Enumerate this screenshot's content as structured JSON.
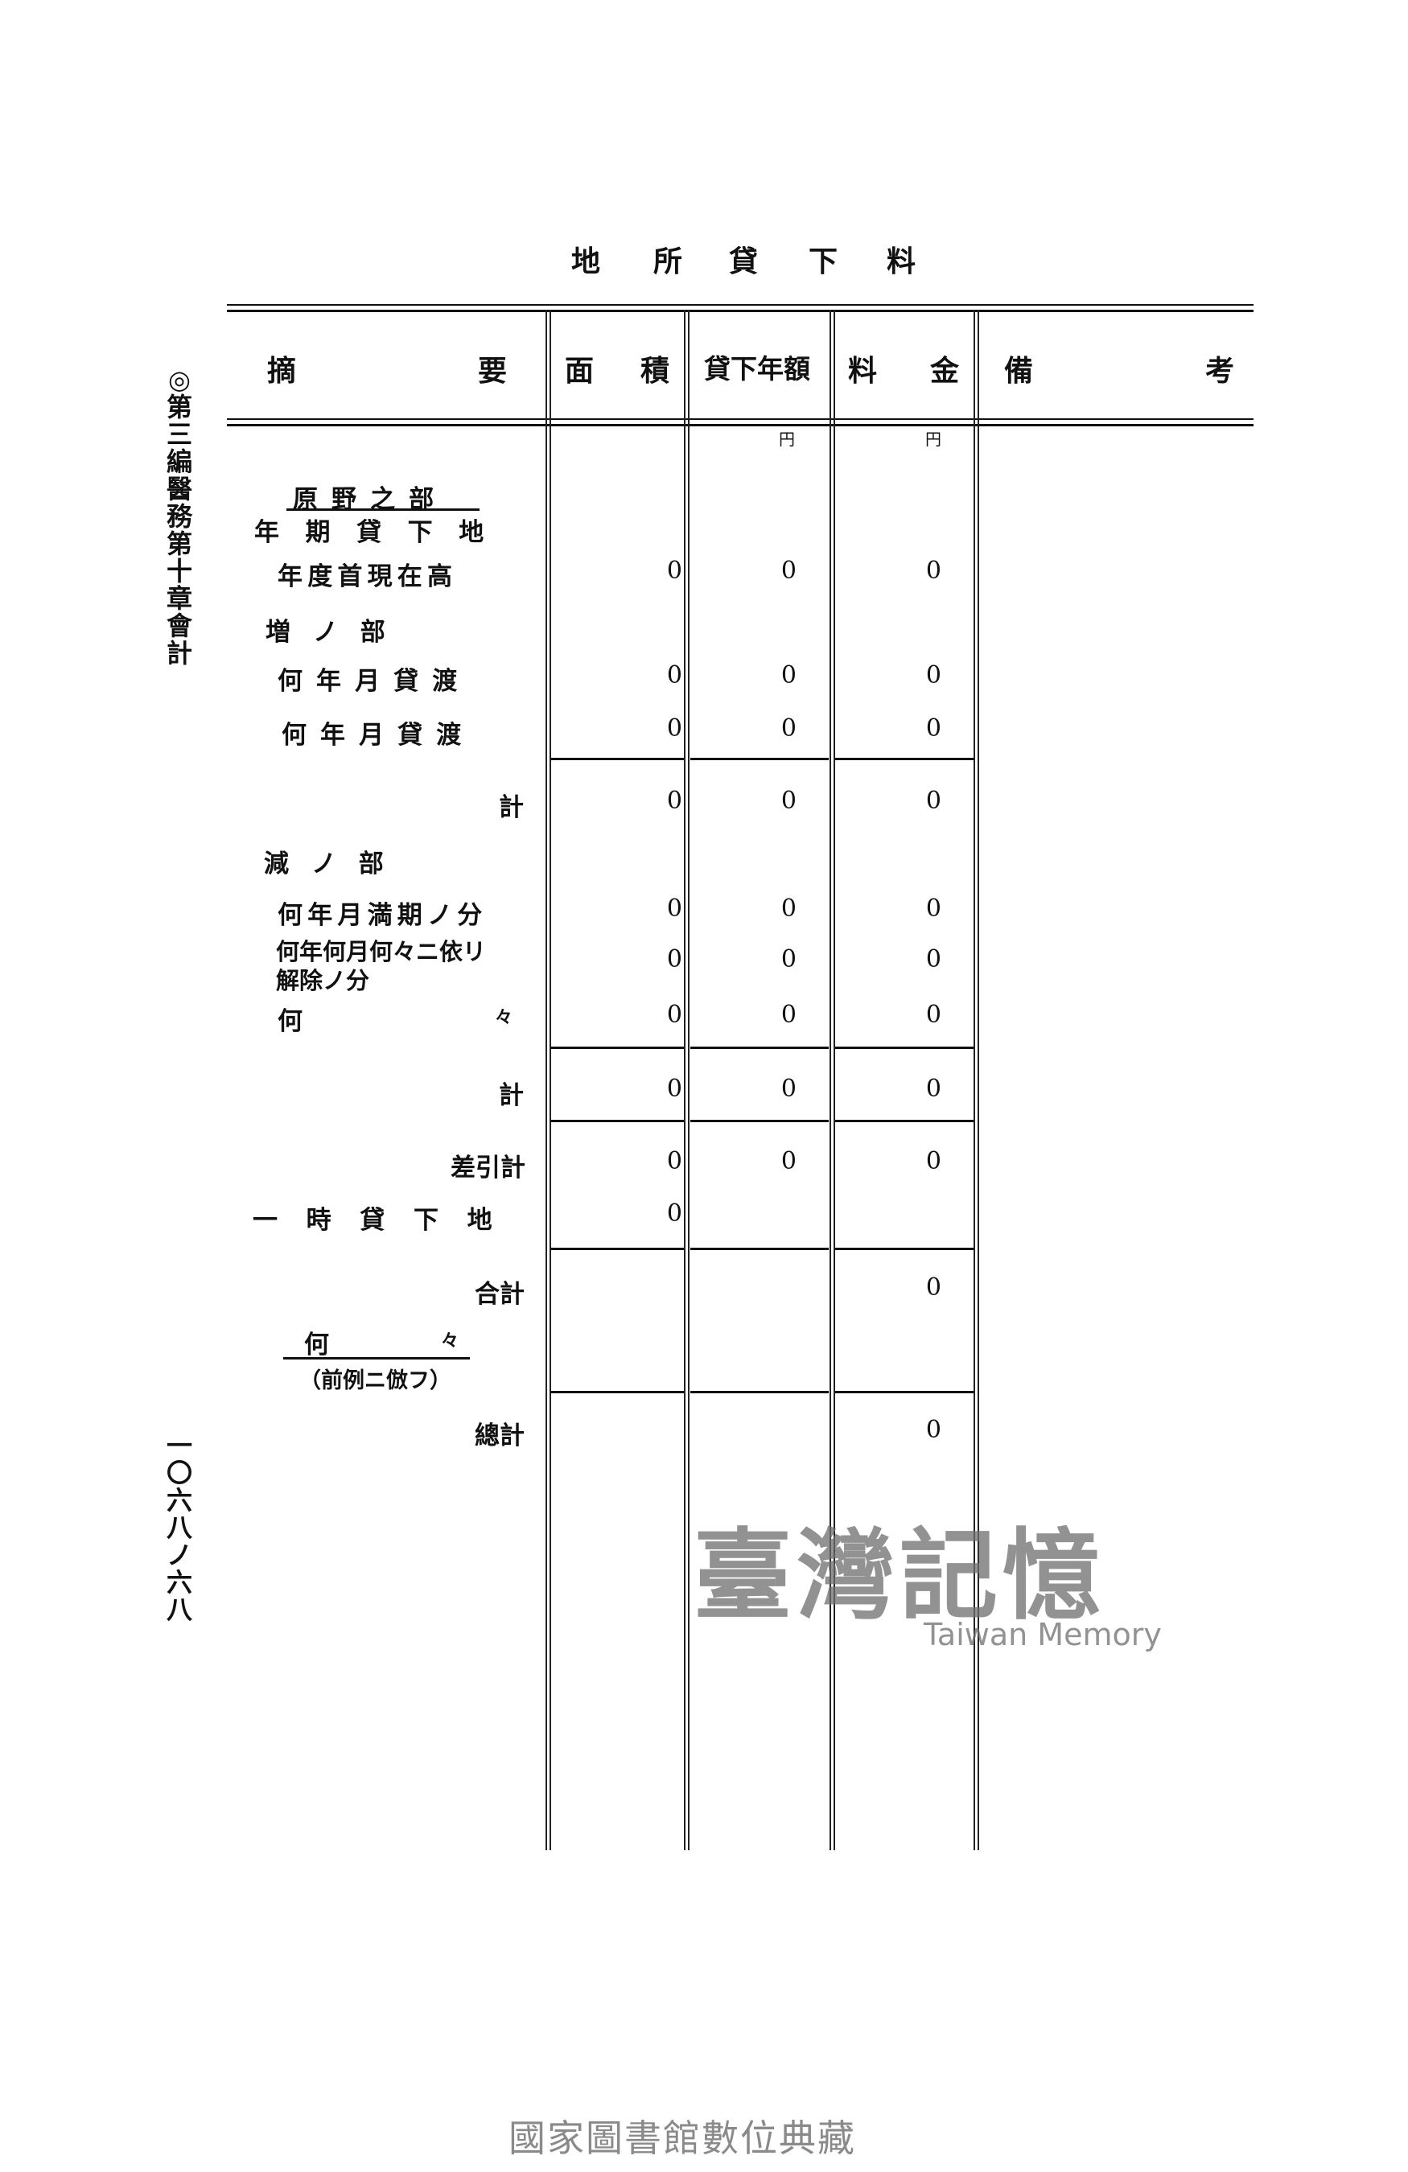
{
  "title": {
    "chars": [
      "地",
      "所",
      "貸",
      "下",
      "料"
    ]
  },
  "side": {
    "chapter": "◎第三編 醫務 第十章 會計",
    "page_number": "一〇六八ノ六八"
  },
  "columns": {
    "summary": [
      "摘",
      "要"
    ],
    "area": [
      "面",
      "積"
    ],
    "annual": "貸下年額",
    "fee": [
      "料",
      "金"
    ],
    "remarks": [
      "備",
      "考"
    ],
    "unit": "円"
  },
  "rows": [
    {
      "label": "原野之部"
    },
    {
      "label": "年期貸下地"
    },
    {
      "label": "年度首現在高",
      "values": [
        "0",
        "0",
        "0"
      ]
    },
    {
      "label": "増ノ部"
    },
    {
      "label": "何年月貸渡",
      "values": [
        "0",
        "0",
        "0"
      ]
    },
    {
      "label": "何年月貸渡",
      "values": [
        "0",
        "0",
        "0"
      ]
    },
    {
      "label": "計",
      "values": [
        "0",
        "0",
        "0"
      ]
    },
    {
      "label": "減ノ部"
    },
    {
      "label": "何年月満期ノ分",
      "values": [
        "0",
        "0",
        "0"
      ]
    },
    {
      "label": "何年何月何々ニ依リ",
      "label2": "解除ノ分",
      "values": [
        "0",
        "0",
        "0"
      ]
    },
    {
      "label": "何",
      "label_end": "々",
      "values": [
        "0",
        "0",
        "0"
      ]
    },
    {
      "label": "計",
      "values": [
        "0",
        "0",
        "0"
      ]
    },
    {
      "label": "差引計",
      "values": [
        "0",
        "0",
        "0"
      ]
    },
    {
      "label": "一時貸下地",
      "values": [
        "0"
      ]
    },
    {
      "label": "合計",
      "values": [
        "0"
      ]
    },
    {
      "label": "何",
      "label_end": "々",
      "label2": "（前例ニ倣フ）"
    },
    {
      "label": "總計",
      "values": [
        "0"
      ]
    }
  ],
  "watermark": {
    "main": "臺灣記憶",
    "sub": "Taiwan Memory"
  },
  "footer": "國家圖書館數位典藏"
}
